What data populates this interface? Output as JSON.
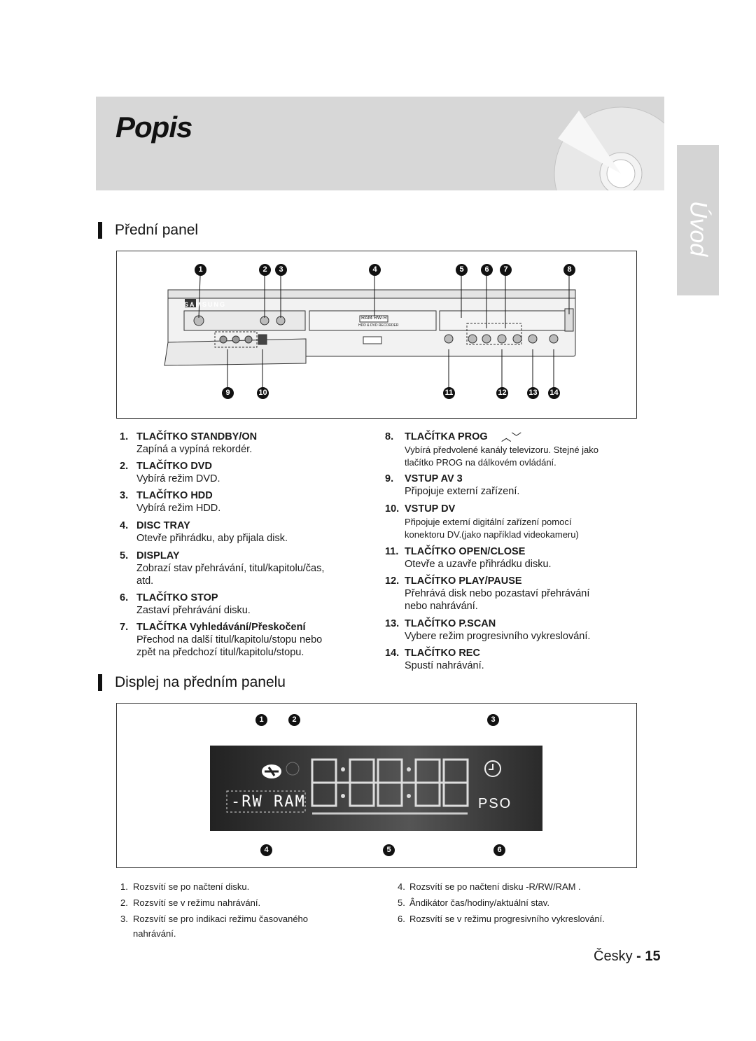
{
  "header": {
    "title": "Popis"
  },
  "side_tab": {
    "label": "Úvod"
  },
  "front_panel": {
    "heading": "Přední panel",
    "logo": "SAMSUNG",
    "disc_label": "RAM·RW·R",
    "disc_sub": "HDD & DVD RECORDER",
    "callouts_top": [
      "1",
      "2",
      "3",
      "4",
      "5",
      "6",
      "7",
      "8"
    ],
    "callouts_bottom": [
      "9",
      "10",
      "11",
      "12",
      "13",
      "14"
    ]
  },
  "items_left": [
    {
      "num": "1.",
      "label": "TLAČÍTKO STANDBY/ON",
      "desc": [
        "Zapíná a vypíná rekordér."
      ]
    },
    {
      "num": "2.",
      "label": "TLAČÍTKO DVD",
      "desc": [
        "Vybírá režim DVD."
      ]
    },
    {
      "num": "3.",
      "label": "TLAČÍTKO HDD",
      "desc": [
        "Vybírá režim HDD."
      ]
    },
    {
      "num": "4.",
      "label": "DISC TRAY",
      "desc": [
        "Otevře přihrádku, aby přijala disk."
      ]
    },
    {
      "num": "5.",
      "label": "DISPLAY",
      "desc": [
        "Zobrazí stav přehrávání, titul/kapitolu/čas,",
        "atd."
      ]
    },
    {
      "num": "6.",
      "label": "TLAČÍTKO STOP",
      "desc": [
        "Zastaví přehrávání disku."
      ]
    },
    {
      "num": "7.",
      "label": "TLAČÍTKA Vyhledávání/Přeskočení",
      "desc": [
        "Přechod na další titul/kapitolu/stopu nebo",
        "zpět na předchozí titul/kapitolu/stopu."
      ]
    }
  ],
  "items_right": [
    {
      "num": "8.",
      "label": "TLAČÍTKA PROG",
      "label_suffix": "︿﹀",
      "desc": [
        "Vybírá předvolené kanály televizoru. Stejné jako",
        "tlačítko PROG na dálkovém ovládání."
      ],
      "small": true
    },
    {
      "num": "9.",
      "label": "VSTUP AV 3",
      "desc": [
        "Připojuje externí zařízení."
      ]
    },
    {
      "num": "10.",
      "label": "VSTUP DV",
      "desc": [
        "Připojuje externí digitální zařízení pomocí",
        "konektoru DV.(jako například videokameru)"
      ],
      "small": true
    },
    {
      "num": "11.",
      "label": "TLAČÍTKO OPEN/CLOSE",
      "desc": [
        "Otevře a uzavře přihrádku disku."
      ]
    },
    {
      "num": "12.",
      "label": "TLAČÍTKO PLAY/PAUSE",
      "desc": [
        "Přehrává disk nebo pozastaví přehrávání",
        "nebo nahrávání."
      ]
    },
    {
      "num": "13.",
      "label": "TLAČÍTKO P.SCAN",
      "desc": [
        "Vybere režim progresivního vykreslování."
      ]
    },
    {
      "num": "14.",
      "label": "TLAČÍTKO REC",
      "desc": [
        "Spustí nahrávání."
      ]
    }
  ],
  "display_panel": {
    "heading": "Displej na předním panelu",
    "rwram": "-RW RAM",
    "pso": "PSO",
    "callouts_top": [
      "1",
      "2",
      "3"
    ],
    "callouts_bottom": [
      "4",
      "5",
      "6"
    ]
  },
  "display_notes_left": [
    {
      "num": "1.",
      "text": "Rozsvítí se po načtení disku."
    },
    {
      "num": "2.",
      "text": "Rozsvítí se v režimu nahrávání."
    },
    {
      "num": "3.",
      "text": "Rozsvítí se pro indikaci režimu časovaného",
      "text2": "nahrávání."
    }
  ],
  "display_notes_right": [
    {
      "num": "4.",
      "text": "Rozsvítí se po načtení disku -R/RW/RAM ."
    },
    {
      "num": "5.",
      "text": "Ândikátor čas/hodiny/aktuální stav."
    },
    {
      "num": "6.",
      "text": "Rozsvítí se v režimu progresivního vykreslování."
    }
  ],
  "footer": {
    "lang": "Česky",
    "sep": " - ",
    "page": "15"
  }
}
